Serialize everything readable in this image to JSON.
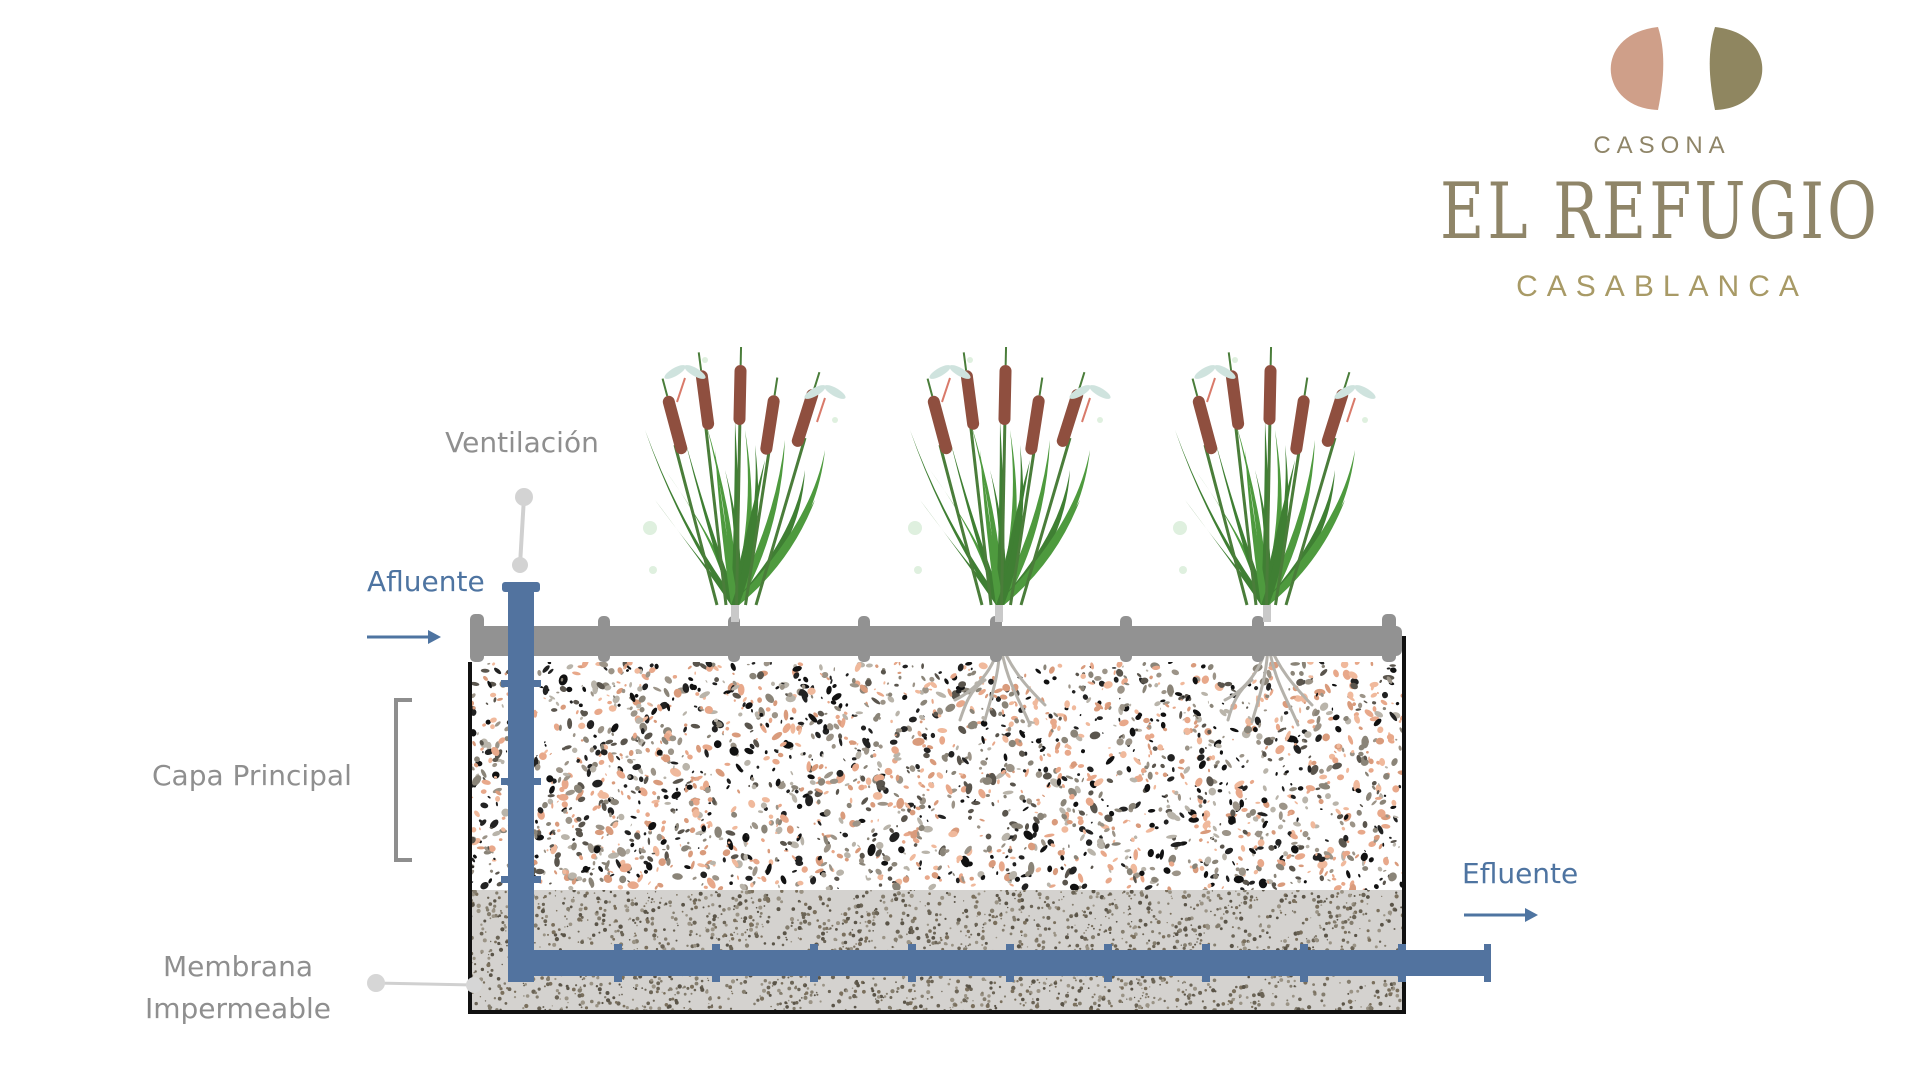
{
  "brand": {
    "top_line": "CASONA",
    "name": "EL REFUGIO",
    "location": "CASABLANCA",
    "leaf_left_color": "#cf9f89",
    "leaf_right_color": "#8f8660",
    "text_color": "#8f8568"
  },
  "labels": {
    "ventilacion": "Ventilación",
    "afluente": "Afluente",
    "capa_principal": "Capa Principal",
    "membrana_line1": "Membrana",
    "membrana_line2": "Impermeable",
    "efluente": "Efluente"
  },
  "colors": {
    "pipe_blue": "#52739f",
    "top_pipe_gray": "#929292",
    "label_gray": "#8f8f8f",
    "cattail_brown": "#8f4f3f",
    "leaf_green": "#4e9a3e"
  }
}
